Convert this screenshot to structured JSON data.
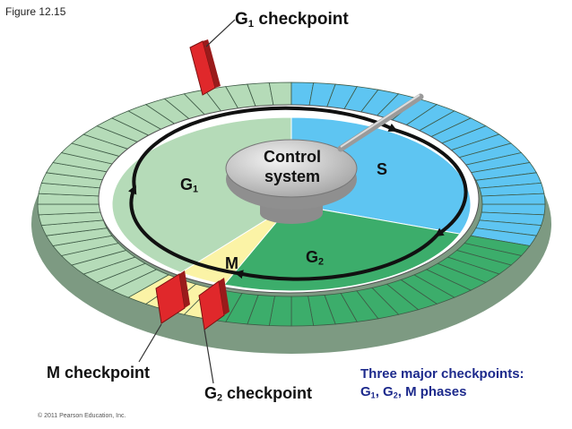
{
  "figure_label": "Figure 12.15",
  "checkpoints": {
    "g1": {
      "main": "G",
      "sub": "1",
      "rest": " checkpoint"
    },
    "m": {
      "text": "M checkpoint"
    },
    "g2": {
      "main": "G",
      "sub": "2",
      "rest": " checkpoint"
    }
  },
  "phases": {
    "g1": {
      "main": "G",
      "sub": "1"
    },
    "s": {
      "text": "S"
    },
    "m": {
      "text": "M"
    },
    "g2": {
      "main": "G",
      "sub": "2"
    }
  },
  "control_system": {
    "line1": "Control",
    "line2": "system"
  },
  "note": {
    "line1": "Three major checkpoints:",
    "g1_main": "G",
    "g1_sub": "1",
    "sep1": ", ",
    "g2_main": "G",
    "g2_sub": "2",
    "sep2": ", ",
    "rest": "M phases"
  },
  "copyright": "© 2011 Pearson Education, Inc.",
  "colors": {
    "g1_light": "#b5dbb8",
    "s_blue": "#5ec5f2",
    "g2_green": "#3cad6b",
    "m_yellow": "#fbf3a6",
    "checkpoint_red": "#e0282b",
    "note_blue": "#1d2a8c"
  }
}
